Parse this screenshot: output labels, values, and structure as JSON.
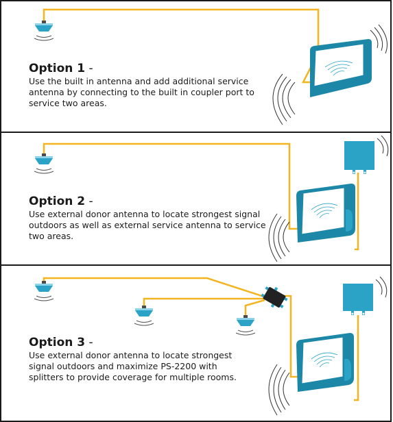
{
  "options": [
    {
      "title": "Option 1",
      "dash": " -",
      "description": "Use the built in antenna and add additional service antenna by connecting to the built in coupler port to service two areas."
    },
    {
      "title": "Option 2",
      "dash": " -",
      "description": "Use external donor antenna to locate strongest signal outdoors as well as external service antenna to service two areas."
    },
    {
      "title": "Option 3",
      "dash": " -",
      "description": "Use external donor antenna to locate strongest signal outdoors and maximize PS-2200 with splitters to provide coverage for multiple rooms."
    }
  ],
  "colors": {
    "cable": "#f2b51f",
    "device": "#2aa3c7",
    "device_dark": "#1d87a8",
    "text": "#1a1a1a",
    "border": "#1a1a1a"
  },
  "icons": [
    "ceiling-antenna-icon",
    "signal-booster-icon",
    "donor-antenna-icon",
    "splitter-icon",
    "signal-waves-icon"
  ]
}
